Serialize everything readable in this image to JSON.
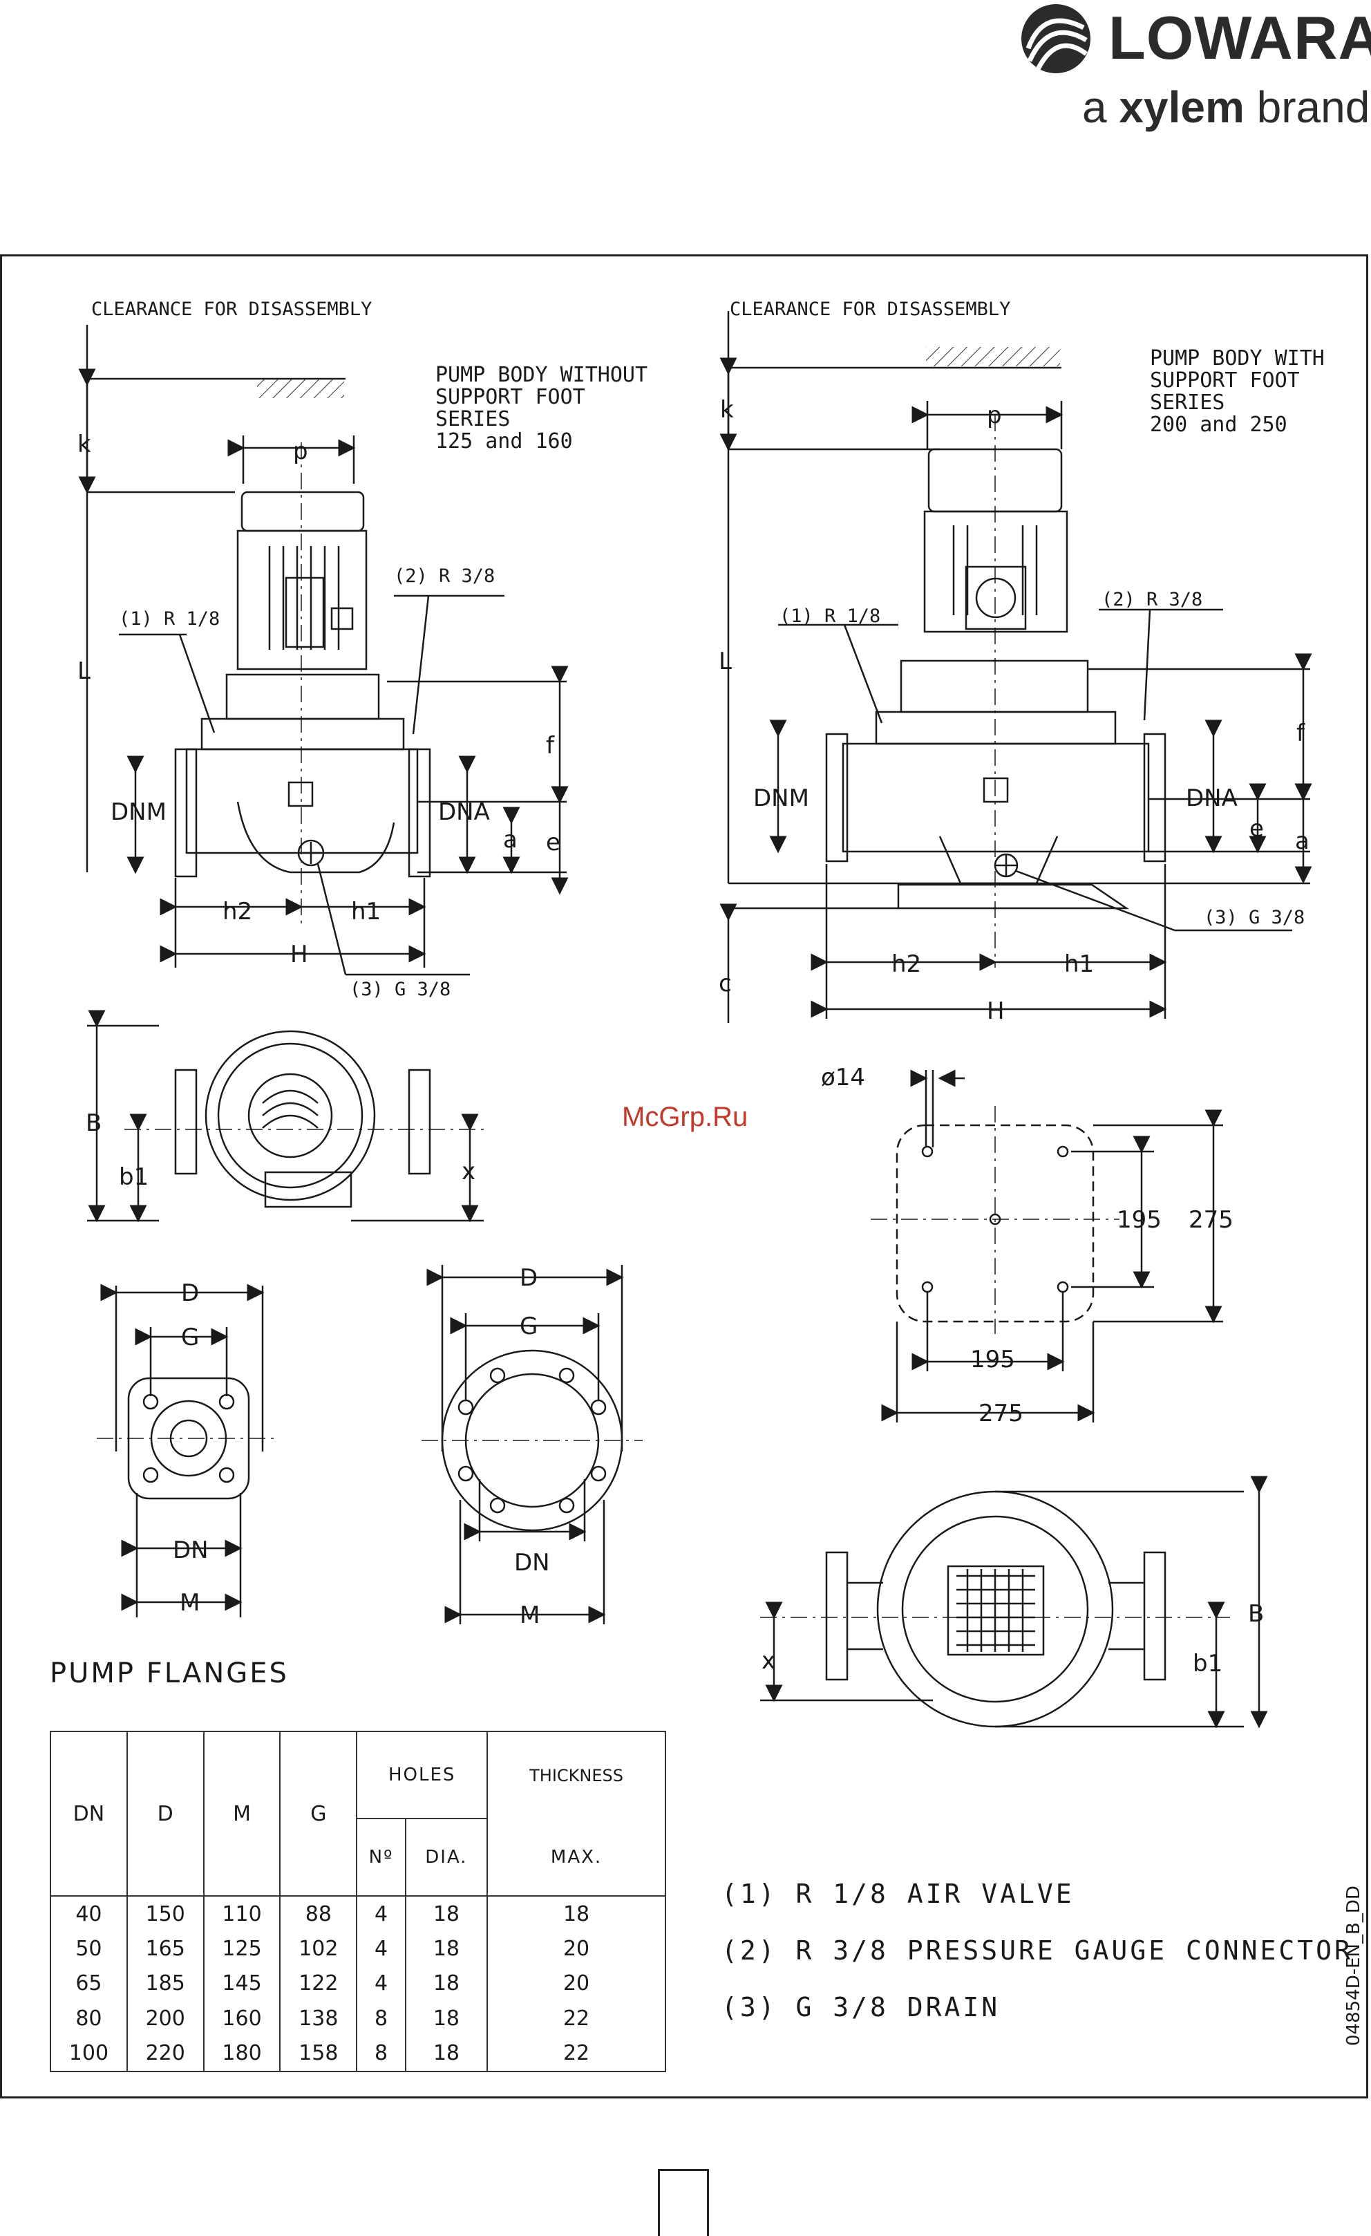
{
  "header": {
    "brand_name": "LOWARA",
    "brand_tagline_prefix": "a ",
    "brand_tagline_bold": "xylem",
    "brand_tagline_suffix": " brand"
  },
  "left_drawing": {
    "clearance_label": "CLEARANCE FOR DISASSEMBLY",
    "note_lines": [
      "PUMP BODY WITHOUT",
      "SUPPORT FOOT",
      "SERIES",
      "125 and 160"
    ],
    "callout_1": "(1) R 1/8",
    "callout_2": "(2) R 3/8",
    "callout_3": "(3) G 3/8",
    "dims": {
      "k": "k",
      "p": "p",
      "L": "L",
      "f": "f",
      "DNM": "DNM",
      "DNA": "DNA",
      "a": "a",
      "e": "e",
      "h2": "h2",
      "h1": "h1",
      "H": "H",
      "B": "B",
      "b1": "b1",
      "x": "x"
    }
  },
  "right_drawing": {
    "clearance_label": "CLEARANCE FOR DISASSEMBLY",
    "note_lines": [
      "PUMP BODY WITH",
      "SUPPORT FOOT",
      "SERIES",
      "200 and 250"
    ],
    "callout_1": "(1) R 1/8",
    "callout_2": "(2) R 3/8",
    "callout_3": "(3) G 3/8",
    "dims": {
      "k": "k",
      "p": "p",
      "L": "L",
      "f": "f",
      "DNM": "DNM",
      "DNA": "DNA",
      "a": "a",
      "e": "e",
      "c": "c",
      "h2": "h2",
      "h1": "h1",
      "H": "H",
      "B": "B",
      "b1": "b1",
      "x": "x"
    }
  },
  "foot_plan": {
    "hole_dia": "ø14",
    "dim_inner_v": "195",
    "dim_outer_v": "275",
    "dim_inner_h": "195",
    "dim_outer_h": "275"
  },
  "flange_views": {
    "D": "D",
    "G": "G",
    "DN": "DN",
    "M": "M"
  },
  "watermark": "McGrp.Ru",
  "flanges_title": "PUMP FLANGES",
  "flanges_table": {
    "headers": {
      "dn": "DN",
      "d": "D",
      "m": "M",
      "g": "G",
      "holes": "HOLES",
      "holes_no": "Nº",
      "holes_dia": "DIA.",
      "thickness": "THICKNESS",
      "thickness_max": "MAX."
    },
    "rows": [
      [
        "40",
        "150",
        "110",
        "88",
        "4",
        "18",
        "18"
      ],
      [
        "50",
        "165",
        "125",
        "102",
        "4",
        "18",
        "20"
      ],
      [
        "65",
        "185",
        "145",
        "122",
        "4",
        "18",
        "20"
      ],
      [
        "80",
        "200",
        "160",
        "138",
        "8",
        "18",
        "22"
      ],
      [
        "100",
        "220",
        "180",
        "158",
        "8",
        "18",
        "22"
      ]
    ]
  },
  "legend": [
    "(1) R 1/8 AIR VALVE",
    "(2) R 3/8 PRESSURE GAUGE CONNECTOR",
    "(3) G 3/8 DRAIN"
  ],
  "doc_id": "04854D-EN_B_DD"
}
